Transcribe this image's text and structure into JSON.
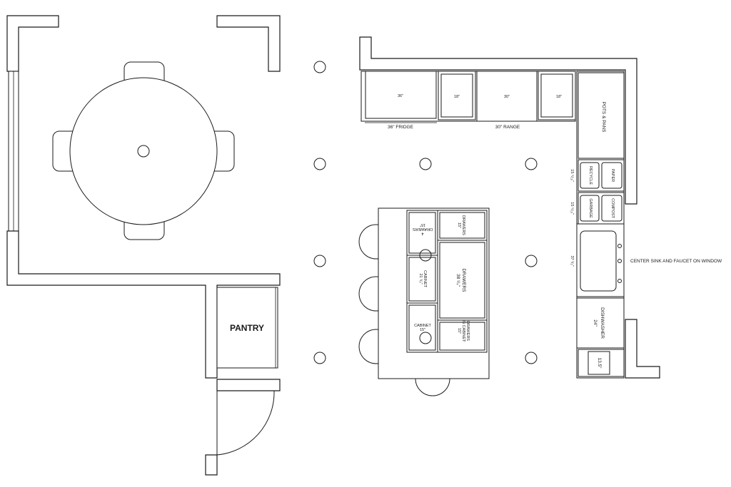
{
  "labels": {
    "pantry": "PANTRY",
    "fridge_width": "36\"",
    "fridge": "36\" FRIDGE",
    "cab_18_a": "18\"",
    "range_width": "30\"",
    "range": "30\" RANGE",
    "cab_18_b": "18\"",
    "pots_pans": "POTS & PANS",
    "recycle": "RECYCLE",
    "paper": "PAPER",
    "garbage": "GARBAGE",
    "compost": "COMPOST",
    "dim_15_a": "15 ⁵/₁₆\"",
    "dim_15_b": "15 ⁵/₁₆\"",
    "dim_37": "37 ¹/₂\"",
    "sink_note": "CENTER SINK AND FAUCET ON WINDOW",
    "dishwasher": "DISHWASHER",
    "dishwasher_width": "24\"",
    "end_cab": "13.5\"",
    "island_drawers_top_line1": "DRAWERS",
    "island_drawers_top_line2": "15\"",
    "island_drawers_4_line1": "4",
    "island_drawers_4_line2": "DRAWERS",
    "island_drawers_4_line3": "15\"",
    "island_drawers_main_line1": "DRAWERS",
    "island_drawers_main_line2": "38 ¹/₄\"",
    "island_cabinet_1_line1": "CABINET",
    "island_cabinet_1_line2": "21 ¹/₂\"",
    "island_cabinet_2_line1": "CABINET",
    "island_cabinet_2_line2": "15\"",
    "island_drawers_cab_line1": "DRAWERS",
    "island_drawers_cab_line2": "IN CABINET",
    "island_drawers_cab_line3": "15\""
  }
}
